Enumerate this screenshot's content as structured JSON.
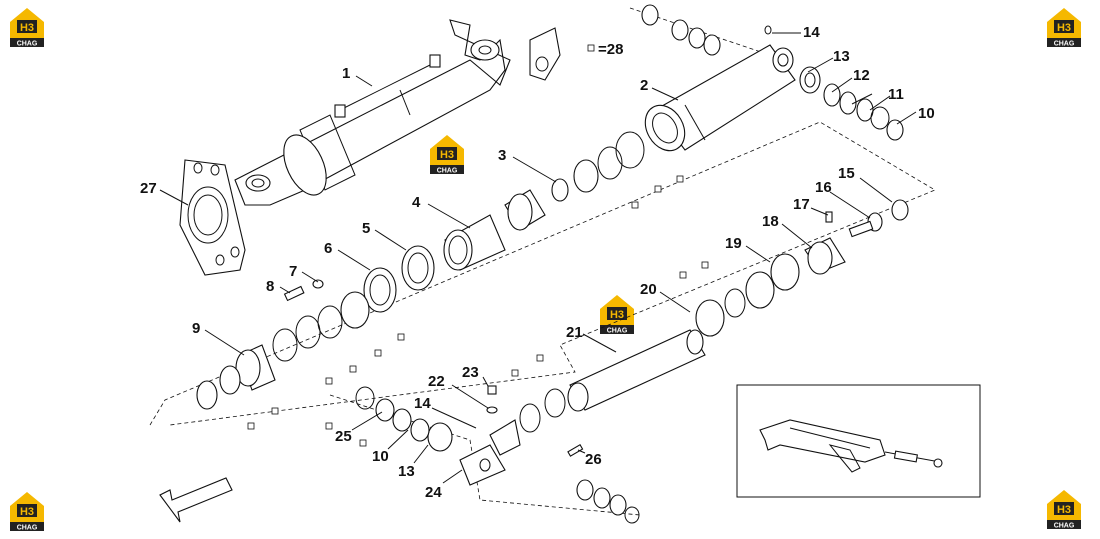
{
  "brand": {
    "logo_mark": "H3",
    "logo_sub": "CHAG",
    "logo_color": "#f5b800",
    "logo_dark": "#222222"
  },
  "kit_note": "=28",
  "callouts": [
    "1",
    "2",
    "3",
    "4",
    "5",
    "6",
    "7",
    "8",
    "9",
    "10",
    "11",
    "12",
    "13",
    "14",
    "15",
    "16",
    "17",
    "18",
    "19",
    "20",
    "21",
    "22",
    "23",
    "24",
    "25",
    "26",
    "27",
    "10",
    "13",
    "14"
  ],
  "icons": [
    "direction-arrow-icon",
    "seal-kit-square-icon"
  ]
}
